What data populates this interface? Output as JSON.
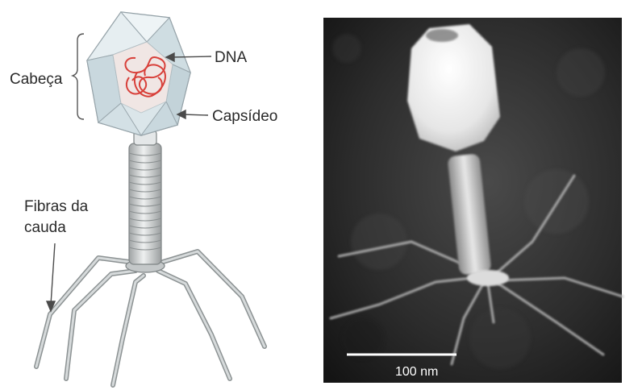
{
  "diagram": {
    "labels": {
      "head": "Cabeça",
      "dna": "DNA",
      "capsid": "Capsídeo",
      "tail_fibers_line1": "Fibras da",
      "tail_fibers_line2": "cauda"
    },
    "colors": {
      "capsid_fill": "#dbe6ea",
      "capsid_edge": "#7f8e95",
      "dna": "#d8403a",
      "tail": "#b9bcbd",
      "label_text": "#2a2a2a"
    }
  },
  "micrograph": {
    "scale_bar_label": "100 nm",
    "colors": {
      "background": "#2b2b2b",
      "phage": "#eeeeee",
      "scale_bar": "#ffffff"
    }
  }
}
